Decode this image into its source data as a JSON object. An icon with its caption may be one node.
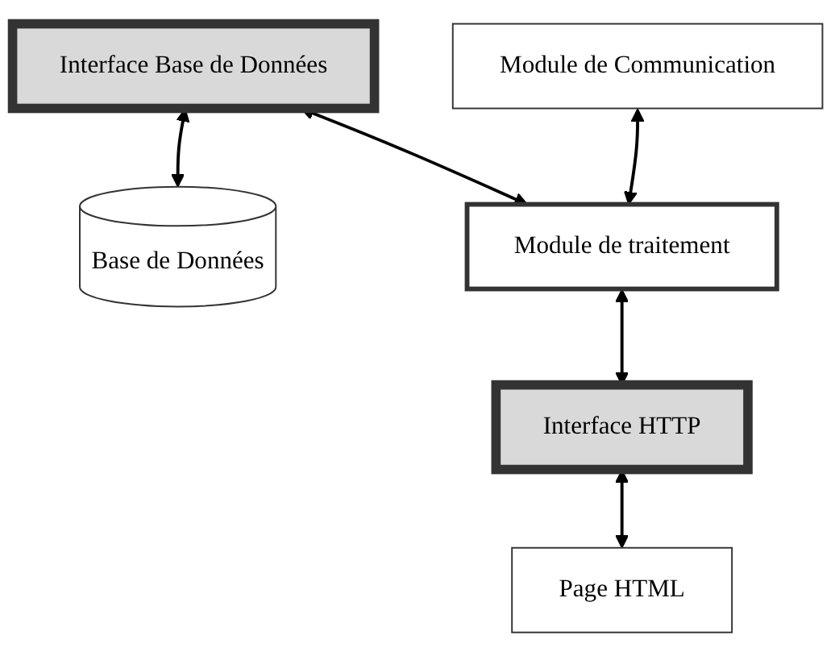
{
  "diagram": {
    "nodes": [
      {
        "text": [
          "Interface Base de Données"
        ]
      },
      {
        "text": [
          "Base de Données"
        ]
      },
      {
        "text": [
          "Module de Communication"
        ]
      },
      {
        "text": [
          "Module de traitement"
        ]
      },
      {
        "text": [
          "Interface HTTP"
        ]
      },
      {
        "text": [
          "Page HTML"
        ]
      }
    ],
    "edges": [
      {
        "from": 0,
        "to": 1,
        "arrow": "both"
      },
      {
        "from": 0,
        "to": 3,
        "arrow": "both"
      },
      {
        "from": 2,
        "to": 3,
        "arrow": "both"
      },
      {
        "from": 3,
        "to": 4,
        "arrow": "both"
      },
      {
        "from": 4,
        "to": 5,
        "arrow": "both"
      }
    ]
  }
}
